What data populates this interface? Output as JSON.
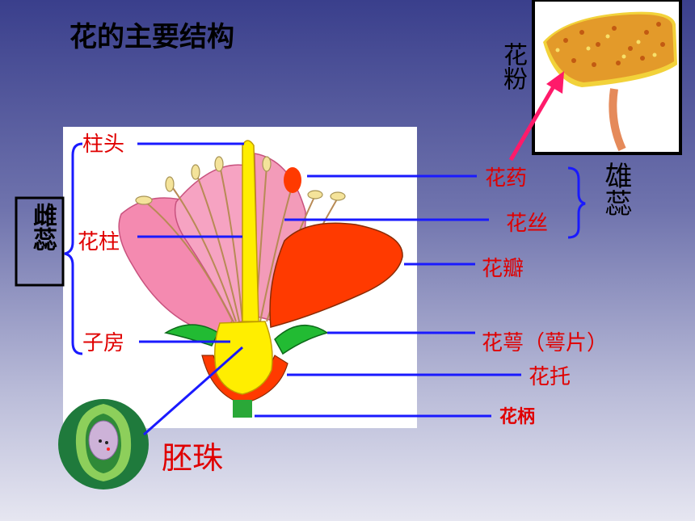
{
  "slide": {
    "title": "花的主要结构"
  },
  "labels": {
    "stigma": "柱头",
    "style": "花柱",
    "ovary": "子房",
    "pistil": "雌蕊",
    "anther": "花药",
    "filament": "花丝",
    "stamen": "雄蕊",
    "petal": "花瓣",
    "sepal": "花萼（萼片）",
    "receptacle": "花托",
    "pedicel": "花柄",
    "ovule": "胚珠",
    "pollen": "花粉"
  },
  "colors": {
    "label_red": "#e00000",
    "leader_blue": "#1a1aff",
    "style_yellow": "#ffee00",
    "petal_red": "#ff3a00",
    "petal_pink": "#f48ab0",
    "sepal_green": "#22bb33"
  }
}
